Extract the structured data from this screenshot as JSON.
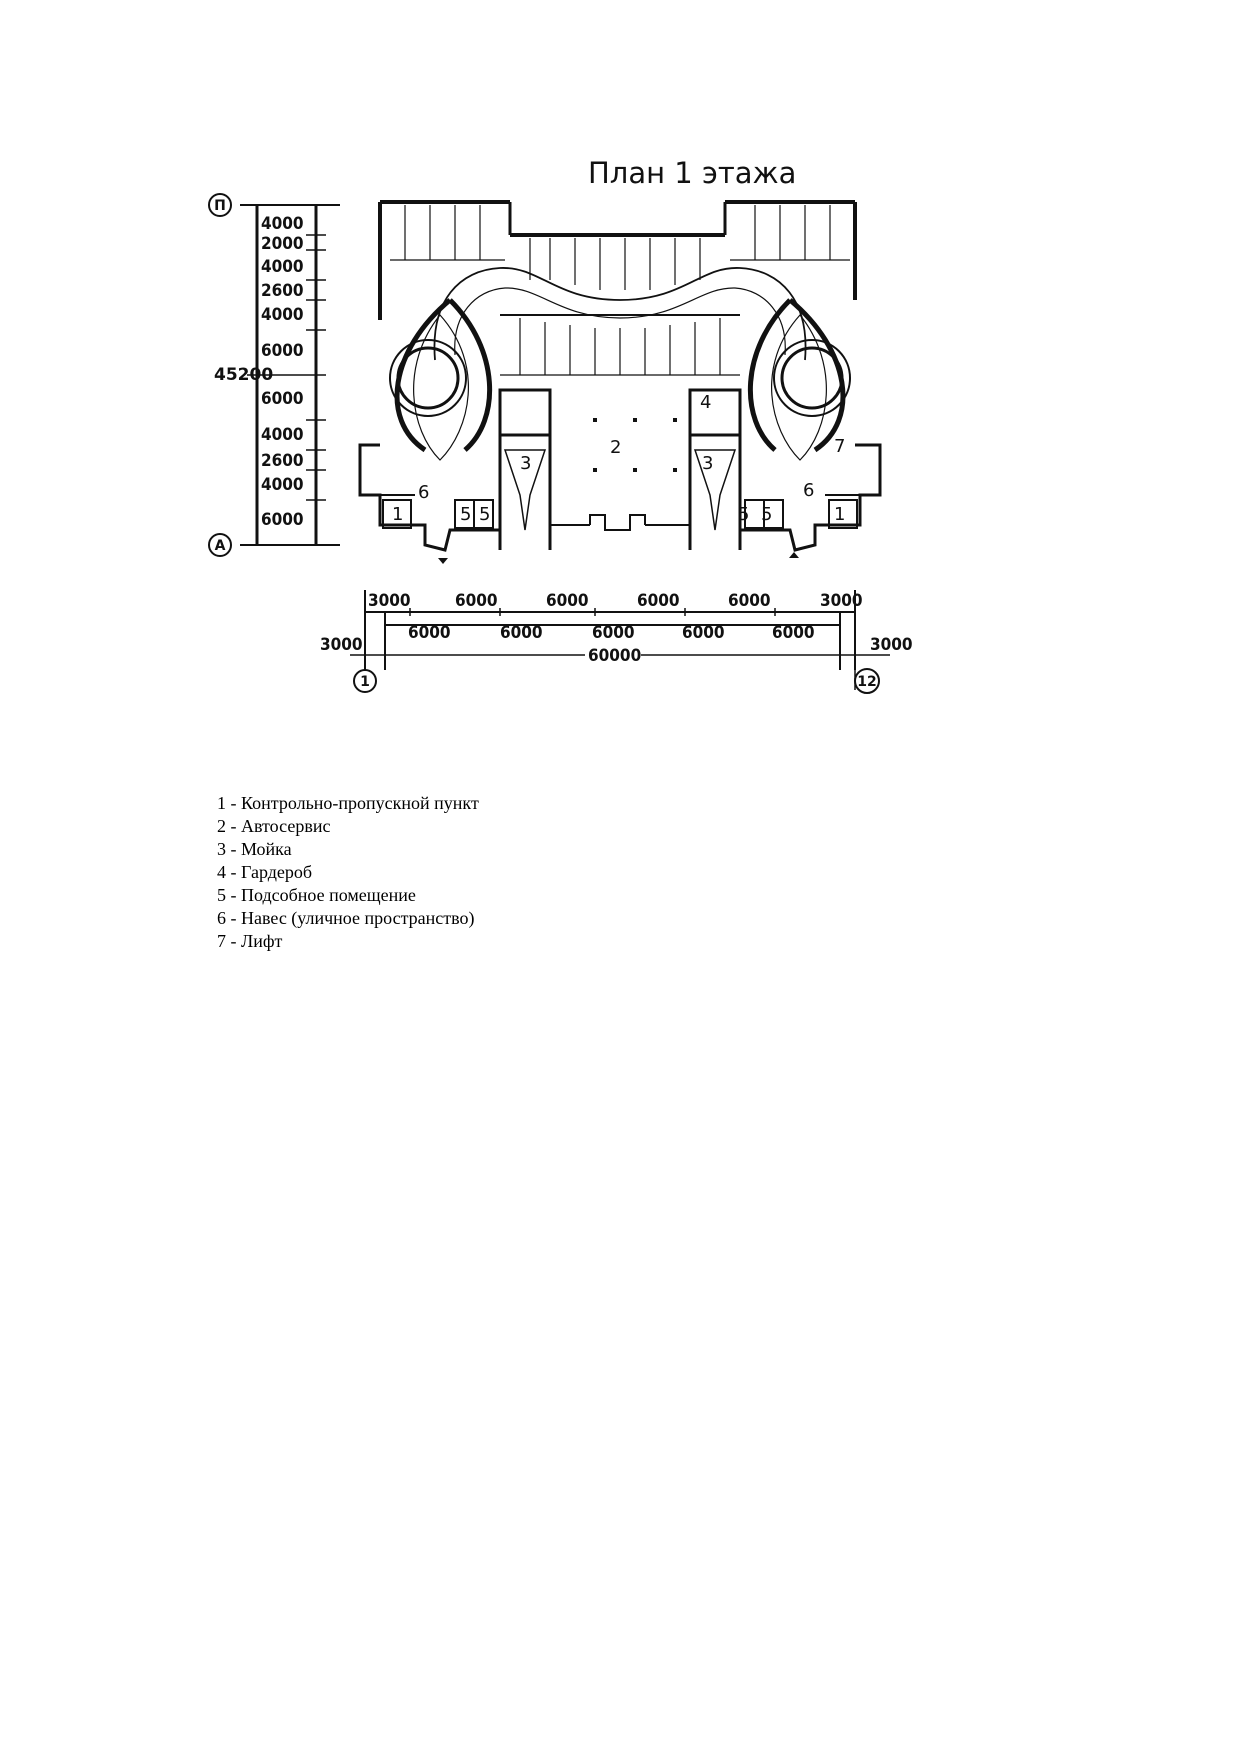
{
  "plan": {
    "title": "План 1 этажа",
    "axes": {
      "top_left": "П",
      "bottom_left": "А",
      "bottom_start": "1",
      "bottom_end": "12"
    },
    "left_dimensions": [
      "4000",
      "2000",
      "4000",
      "2600",
      "4000",
      "6000",
      "6000",
      "4000",
      "2600",
      "4000",
      "6000"
    ],
    "left_total": "45200",
    "bottom_dimensions_upper": [
      "3000",
      "6000",
      "6000",
      "6000",
      "6000",
      "3000"
    ],
    "bottom_dimensions_lower": [
      "6000",
      "6000",
      "6000",
      "6000",
      "6000"
    ],
    "bottom_total": "60000",
    "side_offset_left": "3000",
    "side_offset_right": "3000",
    "room_labels": {
      "left_1": "1",
      "left_5a": "5",
      "left_5b": "5",
      "left_6": "6",
      "left_3": "3",
      "center_2": "2",
      "right_3": "3",
      "right_4": "4",
      "right_6": "6",
      "right_7": "7",
      "right_5a": "5",
      "right_5b": "5",
      "right_1": "1"
    }
  },
  "legend": [
    "1 - Контрольно-пропускной пункт",
    "2 - Автосервис",
    "3 - Мойка",
    "4 - Гардероб",
    "5 - Подсобное помещение",
    "6 - Навес (уличное пространство)",
    "7 - Лифт"
  ]
}
